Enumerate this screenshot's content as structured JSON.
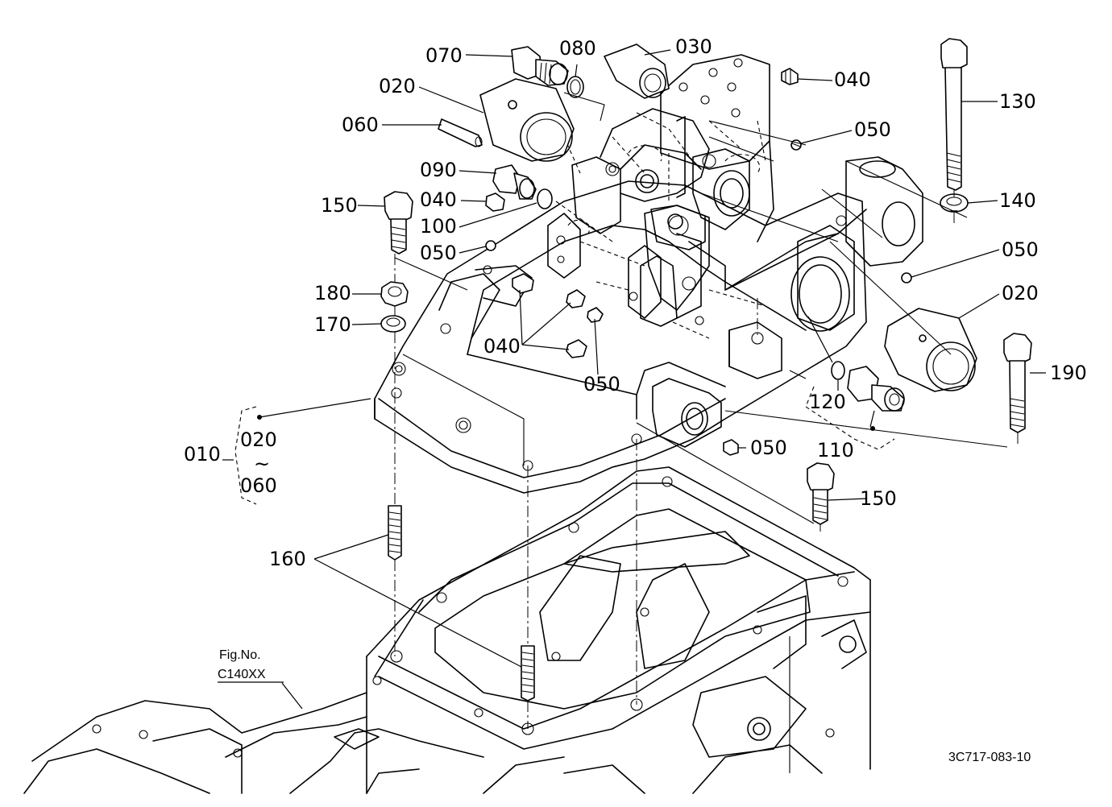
{
  "callouts": [
    {
      "id": "c070",
      "text": "070"
    },
    {
      "id": "c080",
      "text": "080"
    },
    {
      "id": "c030",
      "text": "030"
    },
    {
      "id": "c040a",
      "text": "040"
    },
    {
      "id": "c020a",
      "text": "020"
    },
    {
      "id": "c060",
      "text": "060"
    },
    {
      "id": "c050a",
      "text": "050"
    },
    {
      "id": "c130",
      "text": "130"
    },
    {
      "id": "c090",
      "text": "090"
    },
    {
      "id": "c040b",
      "text": "040"
    },
    {
      "id": "c140",
      "text": "140"
    },
    {
      "id": "c150a",
      "text": "150"
    },
    {
      "id": "c100",
      "text": "100"
    },
    {
      "id": "c050b",
      "text": "050"
    },
    {
      "id": "c050c",
      "text": "050"
    },
    {
      "id": "c180",
      "text": "180"
    },
    {
      "id": "c020b",
      "text": "020"
    },
    {
      "id": "c170",
      "text": "170"
    },
    {
      "id": "c040c",
      "text": "040"
    },
    {
      "id": "c190",
      "text": "190"
    },
    {
      "id": "c050d",
      "text": "050"
    },
    {
      "id": "c120",
      "text": "120"
    },
    {
      "id": "c010",
      "text": "010"
    },
    {
      "id": "c020c",
      "text": "020"
    },
    {
      "id": "c060b",
      "text": "060"
    },
    {
      "id": "c050e",
      "text": "050"
    },
    {
      "id": "c110",
      "text": "110"
    },
    {
      "id": "c150b",
      "text": "150"
    },
    {
      "id": "c160",
      "text": "160"
    }
  ],
  "range_tilde": "~",
  "figure_ref": {
    "line1": "Fig.No.",
    "line2": "C140XX"
  },
  "drawing_number": "3C717-083-10"
}
